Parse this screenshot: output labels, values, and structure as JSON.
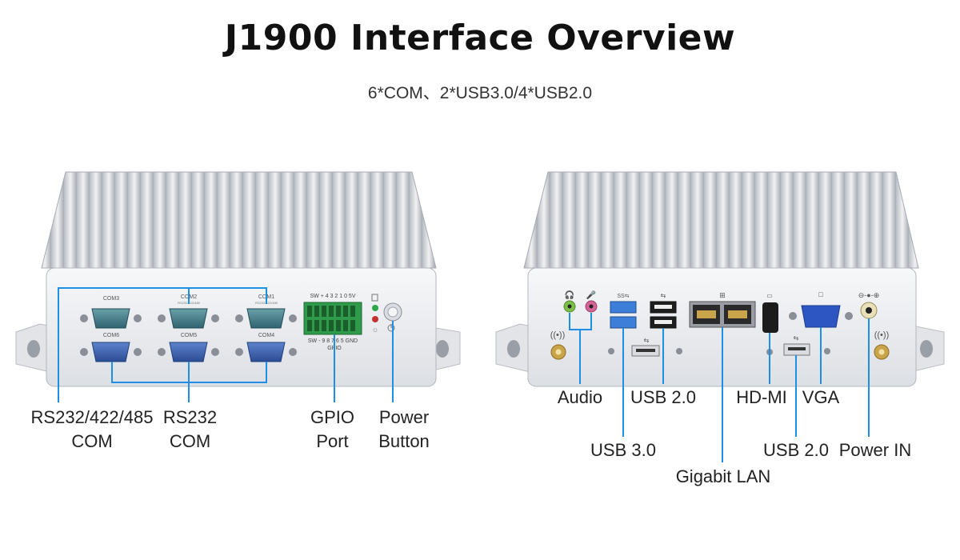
{
  "title": "J1900 Interface Overview",
  "subtitle": "6*COM、2*USB3.0/4*USB2.0",
  "front_panel": {
    "port_text": {
      "com3": "COM3",
      "com2": "COM2",
      "com1": "COM1",
      "com2_sub": "RS232/422/485",
      "com1_sub": "RS232/422/485",
      "com6": "COM6",
      "com5": "COM5",
      "com4": "COM4",
      "gpio_top": "SW + 4 3 2 1 0 5V",
      "gpio_bottom": "SW - 9 8 7 6 5 GND",
      "gpio_caption": "GPIO"
    },
    "labels": {
      "rs_multi_line1": "RS232/422/485",
      "rs_multi_line2": "COM",
      "rs232_line1": "RS232",
      "rs232_line2": "COM",
      "gpio_line1": "GPIO",
      "gpio_line2": "Port",
      "power_line1": "Power",
      "power_line2": "Button"
    }
  },
  "rear_panel": {
    "labels": {
      "audio": "Audio",
      "usb2_a": "USB 2.0",
      "hdmi": "HD-MI",
      "vga": "VGA",
      "usb3": "USB 3.0",
      "usb2_b": "USB 2.0",
      "power_in": "Power IN",
      "lan": "Gigabit LAN"
    }
  },
  "colors": {
    "callout_line": "#1f8fe6",
    "chassis": "#e6e8ec",
    "db9_blue": "#3a5fa8",
    "db9_teal": "#3f7f8a",
    "gpio_green": "#2e9a4a",
    "usb3_blue": "#3d7fd8",
    "vga_blue": "#2d56c2"
  }
}
